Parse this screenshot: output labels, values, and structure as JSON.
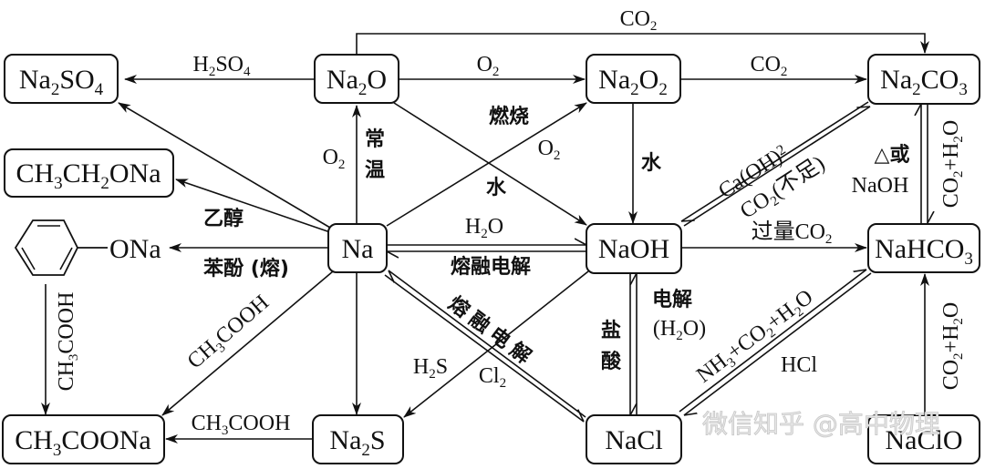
{
  "diagram": {
    "title": "钠及其化合物转化关系",
    "nodes": {
      "na2so4": {
        "main": "Na",
        "parts": [
          [
            "Na",
            ""
          ],
          [
            "2",
            "sub"
          ],
          [
            "SO",
            ""
          ],
          [
            "4",
            "sub"
          ]
        ]
      },
      "na2o": {
        "parts": [
          [
            "Na",
            ""
          ],
          [
            "2",
            "sub"
          ],
          [
            "O",
            ""
          ]
        ]
      },
      "na2o2": {
        "parts": [
          [
            "Na",
            ""
          ],
          [
            "2",
            "sub"
          ],
          [
            "O",
            ""
          ],
          [
            "2",
            "sub"
          ]
        ]
      },
      "na2co3": {
        "parts": [
          [
            "Na",
            ""
          ],
          [
            "2",
            "sub"
          ],
          [
            "CO",
            ""
          ],
          [
            "3",
            "sub"
          ]
        ]
      },
      "ch3ch2ona": {
        "parts": [
          [
            "CH",
            ""
          ],
          [
            "3",
            "sub"
          ],
          [
            "CH",
            ""
          ],
          [
            "2",
            "sub"
          ],
          [
            "ONa",
            ""
          ]
        ]
      },
      "na": {
        "parts": [
          [
            "Na",
            ""
          ]
        ]
      },
      "naoh": {
        "parts": [
          [
            "NaOH",
            ""
          ]
        ]
      },
      "nahco3": {
        "parts": [
          [
            "NaHCO",
            ""
          ],
          [
            "3",
            "sub"
          ]
        ]
      },
      "phenoxide": {
        "parts": [
          [
            "ONa",
            ""
          ]
        ]
      },
      "ch3coona": {
        "parts": [
          [
            "CH",
            ""
          ],
          [
            "3",
            "sub"
          ],
          [
            "COONa",
            ""
          ]
        ]
      },
      "na2s": {
        "parts": [
          [
            "Na",
            ""
          ],
          [
            "2",
            "sub"
          ],
          [
            "S",
            ""
          ]
        ]
      },
      "nacl": {
        "parts": [
          [
            "NaCl",
            ""
          ]
        ]
      },
      "naclo": {
        "parts": [
          [
            "NaClO",
            ""
          ]
        ]
      }
    },
    "labels": {
      "co2_top": [
        [
          "CO",
          ""
        ],
        [
          "2",
          "sub"
        ]
      ],
      "h2so4": [
        [
          "H",
          ""
        ],
        [
          "2",
          "sub"
        ],
        [
          "SO",
          ""
        ],
        [
          "4",
          "sub"
        ]
      ],
      "o2_na2o_na2o2": [
        [
          "O",
          ""
        ],
        [
          "2",
          "sub"
        ]
      ],
      "co2_na2o2_na2co3": [
        [
          "CO",
          ""
        ],
        [
          "2",
          "sub"
        ]
      ],
      "ranshao": "燃烧",
      "o2_burn": [
        [
          "O",
          ""
        ],
        [
          "2",
          "sub"
        ]
      ],
      "o2_na_na2o": [
        [
          "O",
          ""
        ],
        [
          "2",
          "sub"
        ]
      ],
      "changwen_1": "常",
      "changwen_2": "温",
      "shui_na2o2": "水",
      "shui_na2o": "水",
      "ethanol": "乙醇",
      "h2o_na_naoh": [
        [
          "H",
          ""
        ],
        [
          "2",
          "sub"
        ],
        [
          "O",
          ""
        ]
      ],
      "molten_electrolysis_1": "熔融电解",
      "phenol": "苯酚 (熔)",
      "caoh2": "Ca(OH)",
      "caoh2_sub": "2",
      "co2_insufficient": [
        [
          "CO",
          ""
        ],
        [
          "2",
          "sub"
        ],
        [
          "(不足)",
          ""
        ]
      ],
      "heat_or": "△或",
      "naoh_label": "NaOH",
      "excess_co2": [
        [
          "过量CO",
          ""
        ],
        [
          "2",
          "sub"
        ]
      ],
      "co2_h2o_right_top": [
        [
          "CO",
          ""
        ],
        [
          "2",
          "sub"
        ],
        [
          "+H",
          ""
        ],
        [
          "2",
          "sub"
        ],
        [
          "O",
          ""
        ]
      ],
      "co2_h2o_right_bottom": [
        [
          "CO",
          ""
        ],
        [
          "2",
          "sub"
        ],
        [
          "+H",
          ""
        ],
        [
          "2",
          "sub"
        ],
        [
          "O",
          ""
        ]
      ],
      "molten_electrolysis_2": "熔融电解",
      "electrolysis": "电解",
      "electrolysis_h2o": [
        [
          "(H",
          ""
        ],
        [
          "2",
          "sub"
        ],
        [
          "O)",
          ""
        ]
      ],
      "hcl_acid_1": "盐",
      "hcl_acid_2": "酸",
      "nh3_co2_h2o": [
        [
          "NH",
          ""
        ],
        [
          "3",
          "sub"
        ],
        [
          "+CO",
          ""
        ],
        [
          "2",
          "sub"
        ],
        [
          "+H",
          ""
        ],
        [
          "2",
          "sub"
        ],
        [
          "O",
          ""
        ]
      ],
      "hcl": "HCl",
      "h2s": [
        [
          "H",
          ""
        ],
        [
          "2",
          "sub"
        ],
        [
          "S",
          ""
        ]
      ],
      "cl2": [
        [
          "Cl",
          ""
        ],
        [
          "2",
          "sub"
        ]
      ],
      "ch3cooh_diag": [
        [
          "CH",
          ""
        ],
        [
          "3",
          "sub"
        ],
        [
          "COOH",
          ""
        ]
      ],
      "ch3cooh_horiz": [
        [
          "CH",
          ""
        ],
        [
          "3",
          "sub"
        ],
        [
          "COOH",
          ""
        ]
      ],
      "ch3cooh_vert": [
        [
          "CH",
          ""
        ],
        [
          "3",
          "sub"
        ],
        [
          "COOH",
          ""
        ]
      ]
    },
    "watermark": "微信知乎 @高中物理"
  }
}
